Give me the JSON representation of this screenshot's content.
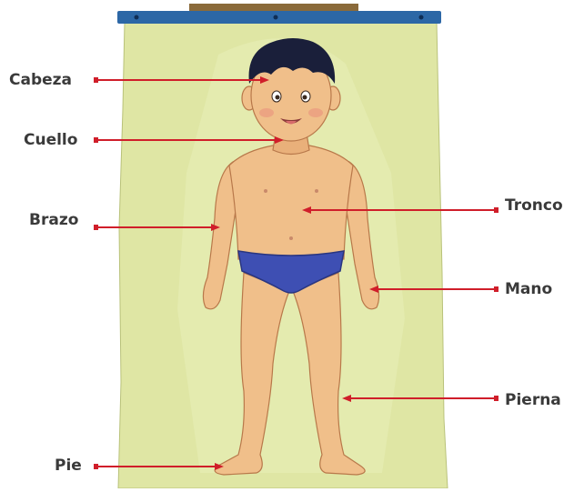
{
  "labels": {
    "cabeza": "Cabeza",
    "cuello": "Cuello",
    "brazo": "Brazo",
    "pie": "Pie",
    "tronco": "Tronco",
    "mano": "Mano",
    "pierna": "Pierna"
  },
  "colors": {
    "poster": "#dfe6a4",
    "rod": "#2c67a6",
    "hanger": "#8a6a3a",
    "skin": "#f0bf8a",
    "skin_shade": "#d99a66",
    "hair": "#1a1f3a",
    "briefs": "#3e4fb3",
    "leader": "#d01e2a",
    "label": "#3a3a3a"
  }
}
